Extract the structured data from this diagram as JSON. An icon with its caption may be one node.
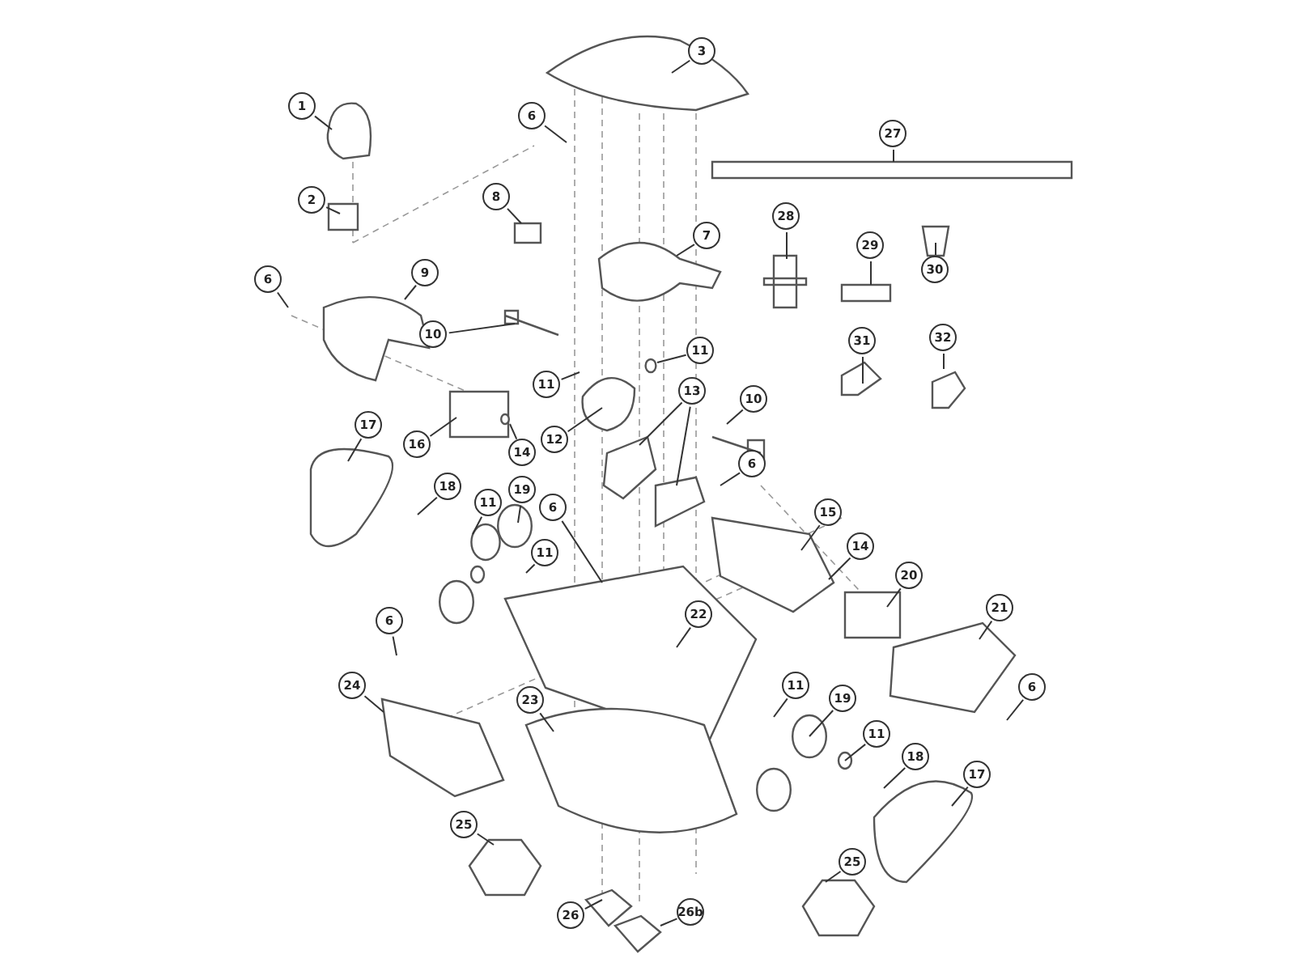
{
  "diagram": {
    "nodes": [
      {
        "text": [
          "3"
        ]
      },
      {
        "text": [
          "1"
        ]
      },
      {
        "text": [
          "6"
        ]
      },
      {
        "text": [
          "27"
        ]
      },
      {
        "text": [
          "8"
        ]
      },
      {
        "text": [
          "2"
        ]
      },
      {
        "text": [
          "28"
        ]
      },
      {
        "text": [
          "7"
        ]
      },
      {
        "text": [
          "29"
        ]
      },
      {
        "text": [
          "30"
        ]
      },
      {
        "text": [
          "9"
        ]
      },
      {
        "text": [
          "6"
        ]
      },
      {
        "text": [
          "10"
        ]
      },
      {
        "text": [
          "32"
        ]
      },
      {
        "text": [
          "31"
        ]
      },
      {
        "text": [
          "11"
        ]
      },
      {
        "text": [
          "11"
        ]
      },
      {
        "text": [
          "13"
        ]
      },
      {
        "text": [
          "10"
        ]
      },
      {
        "text": [
          "17"
        ]
      },
      {
        "text": [
          "12"
        ]
      },
      {
        "text": [
          "16"
        ]
      },
      {
        "text": [
          "14"
        ]
      },
      {
        "text": [
          "6"
        ]
      },
      {
        "text": [
          "18"
        ]
      },
      {
        "text": [
          "19"
        ]
      },
      {
        "text": [
          "11"
        ]
      },
      {
        "text": [
          "6"
        ]
      },
      {
        "text": [
          "15"
        ]
      },
      {
        "text": [
          "14"
        ]
      },
      {
        "text": [
          "11"
        ]
      },
      {
        "text": [
          "20"
        ]
      },
      {
        "text": [
          "21"
        ]
      },
      {
        "text": [
          "22"
        ]
      },
      {
        "text": [
          "6"
        ]
      },
      {
        "text": [
          "24"
        ]
      },
      {
        "text": [
          "11"
        ]
      },
      {
        "text": [
          "6"
        ]
      },
      {
        "text": [
          "19"
        ]
      },
      {
        "text": [
          "23"
        ]
      },
      {
        "text": [
          "11"
        ]
      },
      {
        "text": [
          "18"
        ]
      },
      {
        "text": [
          "17"
        ]
      },
      {
        "text": [
          "25"
        ]
      },
      {
        "text": [
          "25"
        ]
      },
      {
        "text": [
          "26b"
        ]
      },
      {
        "text": [
          "26"
        ]
      }
    ],
    "edges": [
      {
        "from": 0,
        "to": null,
        "arrow": "none"
      },
      {
        "from": 1,
        "to": null,
        "arrow": "none"
      },
      {
        "from": 2,
        "to": null,
        "arrow": "none"
      },
      {
        "from": 3,
        "to": null,
        "arrow": "none"
      },
      {
        "from": 4,
        "to": null,
        "arrow": "none"
      },
      {
        "from": 5,
        "to": null,
        "arrow": "none"
      },
      {
        "from": 6,
        "to": null,
        "arrow": "none"
      },
      {
        "from": 7,
        "to": null,
        "arrow": "none"
      },
      {
        "from": 8,
        "to": null,
        "arrow": "none"
      },
      {
        "from": 9,
        "to": null,
        "arrow": "none"
      },
      {
        "from": 10,
        "to": null,
        "arrow": "none"
      },
      {
        "from": 11,
        "to": null,
        "arrow": "none"
      },
      {
        "from": 12,
        "to": null,
        "arrow": "none"
      },
      {
        "from": 13,
        "to": null,
        "arrow": "none"
      },
      {
        "from": 14,
        "to": null,
        "arrow": "none"
      },
      {
        "from": 15,
        "to": null,
        "arrow": "none"
      },
      {
        "from": 16,
        "to": null,
        "arrow": "none"
      },
      {
        "from": 17,
        "to": null,
        "arrow": "none"
      },
      {
        "from": 17,
        "to": null,
        "arrow": "none"
      },
      {
        "from": 18,
        "to": null,
        "arrow": "none"
      },
      {
        "from": 19,
        "to": null,
        "arrow": "none"
      },
      {
        "from": 20,
        "to": null,
        "arrow": "none"
      },
      {
        "from": 21,
        "to": null,
        "arrow": "none"
      },
      {
        "from": 22,
        "to": null,
        "arrow": "none"
      },
      {
        "from": 23,
        "to": null,
        "arrow": "none"
      },
      {
        "from": 24,
        "to": null,
        "arrow": "none"
      },
      {
        "from": 25,
        "to": null,
        "arrow": "none"
      },
      {
        "from": 26,
        "to": null,
        "arrow": "none"
      },
      {
        "from": 27,
        "to": null,
        "arrow": "none"
      },
      {
        "from": 28,
        "to": null,
        "arrow": "none"
      },
      {
        "from": 29,
        "to": null,
        "arrow": "none"
      },
      {
        "from": 30,
        "to": null,
        "arrow": "none"
      },
      {
        "from": 31,
        "to": null,
        "arrow": "none"
      },
      {
        "from": 32,
        "to": null,
        "arrow": "none"
      },
      {
        "from": 33,
        "to": null,
        "arrow": "none"
      },
      {
        "from": 34,
        "to": null,
        "arrow": "none"
      },
      {
        "from": 35,
        "to": null,
        "arrow": "none"
      },
      {
        "from": 36,
        "to": null,
        "arrow": "none"
      },
      {
        "from": 37,
        "to": null,
        "arrow": "none"
      },
      {
        "from": 38,
        "to": null,
        "arrow": "none"
      },
      {
        "from": 39,
        "to": null,
        "arrow": "none"
      },
      {
        "from": 40,
        "to": null,
        "arrow": "none"
      },
      {
        "from": 41,
        "to": null,
        "arrow": "none"
      },
      {
        "from": 42,
        "to": null,
        "arrow": "none"
      },
      {
        "from": 43,
        "to": null,
        "arrow": "none"
      },
      {
        "from": 44,
        "to": null,
        "arrow": "none"
      },
      {
        "from": 45,
        "to": null,
        "arrow": "none"
      },
      {
        "from": 46,
        "to": null,
        "arrow": "none"
      }
    ]
  }
}
